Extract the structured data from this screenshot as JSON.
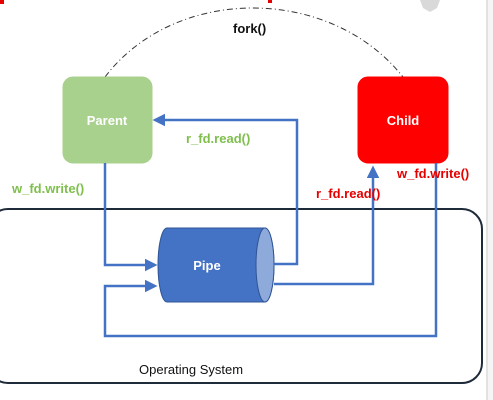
{
  "diagram": {
    "nodes": {
      "parent": "Parent",
      "child": "Child",
      "pipe": "Pipe",
      "os": "Operating System"
    },
    "edges": {
      "fork": "fork()",
      "parent_read": "r_fd.read()",
      "parent_write": "w_fd.write()",
      "child_read": "r_fd.read()",
      "child_write": "w_fd.write()"
    },
    "colors": {
      "parent_fill": "#a9d18e",
      "child_fill": "#ff0000",
      "pipe_fill": "#4472c4",
      "arrow": "#4472c4",
      "parent_text": "#7fbf4d",
      "child_text": "#e60000",
      "os_border": "#1f2a3a"
    }
  }
}
